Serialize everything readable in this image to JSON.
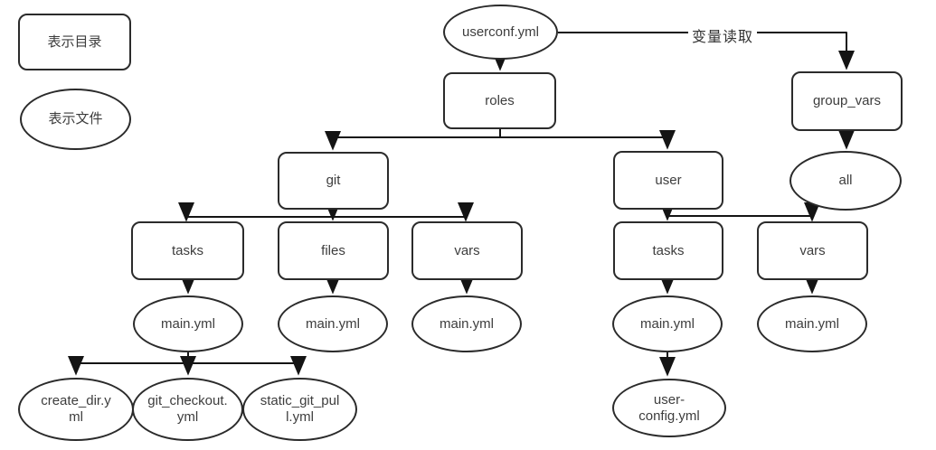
{
  "diagram": {
    "title": "",
    "legend": [
      {
        "shape": "rectangle",
        "label": "表示目录",
        "meaning": "directory"
      },
      {
        "shape": "ellipse",
        "label": "表示文件",
        "meaning": "file"
      }
    ],
    "nodes": [
      {
        "id": "userconf",
        "type": "file",
        "label": "userconf.yml"
      },
      {
        "id": "roles",
        "type": "directory",
        "label": "roles"
      },
      {
        "id": "group_vars",
        "type": "directory",
        "label": "group_vars"
      },
      {
        "id": "git",
        "type": "directory",
        "label": "git"
      },
      {
        "id": "user",
        "type": "directory",
        "label": "user"
      },
      {
        "id": "all",
        "type": "file",
        "label": "all"
      },
      {
        "id": "git-tasks",
        "type": "directory",
        "label": "tasks"
      },
      {
        "id": "git-files",
        "type": "directory",
        "label": "files"
      },
      {
        "id": "git-vars",
        "type": "directory",
        "label": "vars"
      },
      {
        "id": "user-tasks",
        "type": "directory",
        "label": "tasks"
      },
      {
        "id": "user-vars",
        "type": "directory",
        "label": "vars"
      },
      {
        "id": "git-tasks-main",
        "type": "file",
        "label": "main.yml"
      },
      {
        "id": "git-files-main",
        "type": "file",
        "label": "main.yml"
      },
      {
        "id": "git-vars-main",
        "type": "file",
        "label": "main.yml"
      },
      {
        "id": "user-tasks-main",
        "type": "file",
        "label": "main.yml"
      },
      {
        "id": "user-vars-main",
        "type": "file",
        "label": "main.yml"
      },
      {
        "id": "create_dir",
        "type": "file",
        "label": "create_dir.yml"
      },
      {
        "id": "git_checkout",
        "type": "file",
        "label": "git_checkout.yml"
      },
      {
        "id": "static_git_pull",
        "type": "file",
        "label": "static_git_pull.yml"
      },
      {
        "id": "user-config",
        "type": "file",
        "label": "user-config.yml"
      }
    ],
    "edges": [
      {
        "from": "userconf",
        "to": "roles",
        "label": ""
      },
      {
        "from": "userconf",
        "to": "group_vars",
        "label": "变量读取"
      },
      {
        "from": "roles",
        "to": "git",
        "label": ""
      },
      {
        "from": "roles",
        "to": "user",
        "label": ""
      },
      {
        "from": "group_vars",
        "to": "all",
        "label": ""
      },
      {
        "from": "git",
        "to": "git-tasks",
        "label": ""
      },
      {
        "from": "git",
        "to": "git-files",
        "label": ""
      },
      {
        "from": "git",
        "to": "git-vars",
        "label": ""
      },
      {
        "from": "user",
        "to": "user-tasks",
        "label": ""
      },
      {
        "from": "user",
        "to": "user-vars",
        "label": ""
      },
      {
        "from": "git-tasks",
        "to": "git-tasks-main",
        "label": ""
      },
      {
        "from": "git-files",
        "to": "git-files-main",
        "label": ""
      },
      {
        "from": "git-vars",
        "to": "git-vars-main",
        "label": ""
      },
      {
        "from": "user-tasks",
        "to": "user-tasks-main",
        "label": ""
      },
      {
        "from": "user-vars",
        "to": "user-vars-main",
        "label": ""
      },
      {
        "from": "git-tasks-main",
        "to": "create_dir",
        "label": ""
      },
      {
        "from": "git-tasks-main",
        "to": "git_checkout",
        "label": ""
      },
      {
        "from": "git-tasks-main",
        "to": "static_git_pull",
        "label": ""
      },
      {
        "from": "user-tasks-main",
        "to": "user-config",
        "label": ""
      }
    ],
    "colors": {
      "background": "#ffffff",
      "node_border": "#2b2b2b",
      "edge_stroke": "#141414",
      "text": "#3d3d3d"
    }
  }
}
